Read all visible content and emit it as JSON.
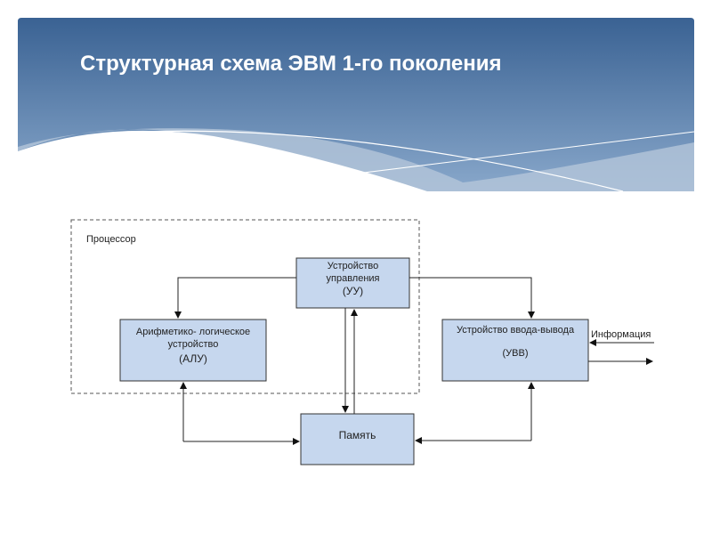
{
  "title": "Структурная схема ЭВМ  1-го поколения",
  "diagram": {
    "group_label": "Процессор",
    "uu": {
      "line1": "Устройство",
      "line2": "управления",
      "abbr": "(УУ)"
    },
    "alu": {
      "line1": "Арифметико- логическое",
      "line2": "устройство",
      "abbr": "(АЛУ)"
    },
    "uvv": {
      "line1": "Устройство ввода-вывода",
      "abbr": "(УВВ)"
    },
    "memory": {
      "label": "Память"
    },
    "io_label": "Информация"
  },
  "colors": {
    "header_top": "#3a6293",
    "header_bottom": "#7fa0c4",
    "box_fill": "#c6d7ee"
  }
}
